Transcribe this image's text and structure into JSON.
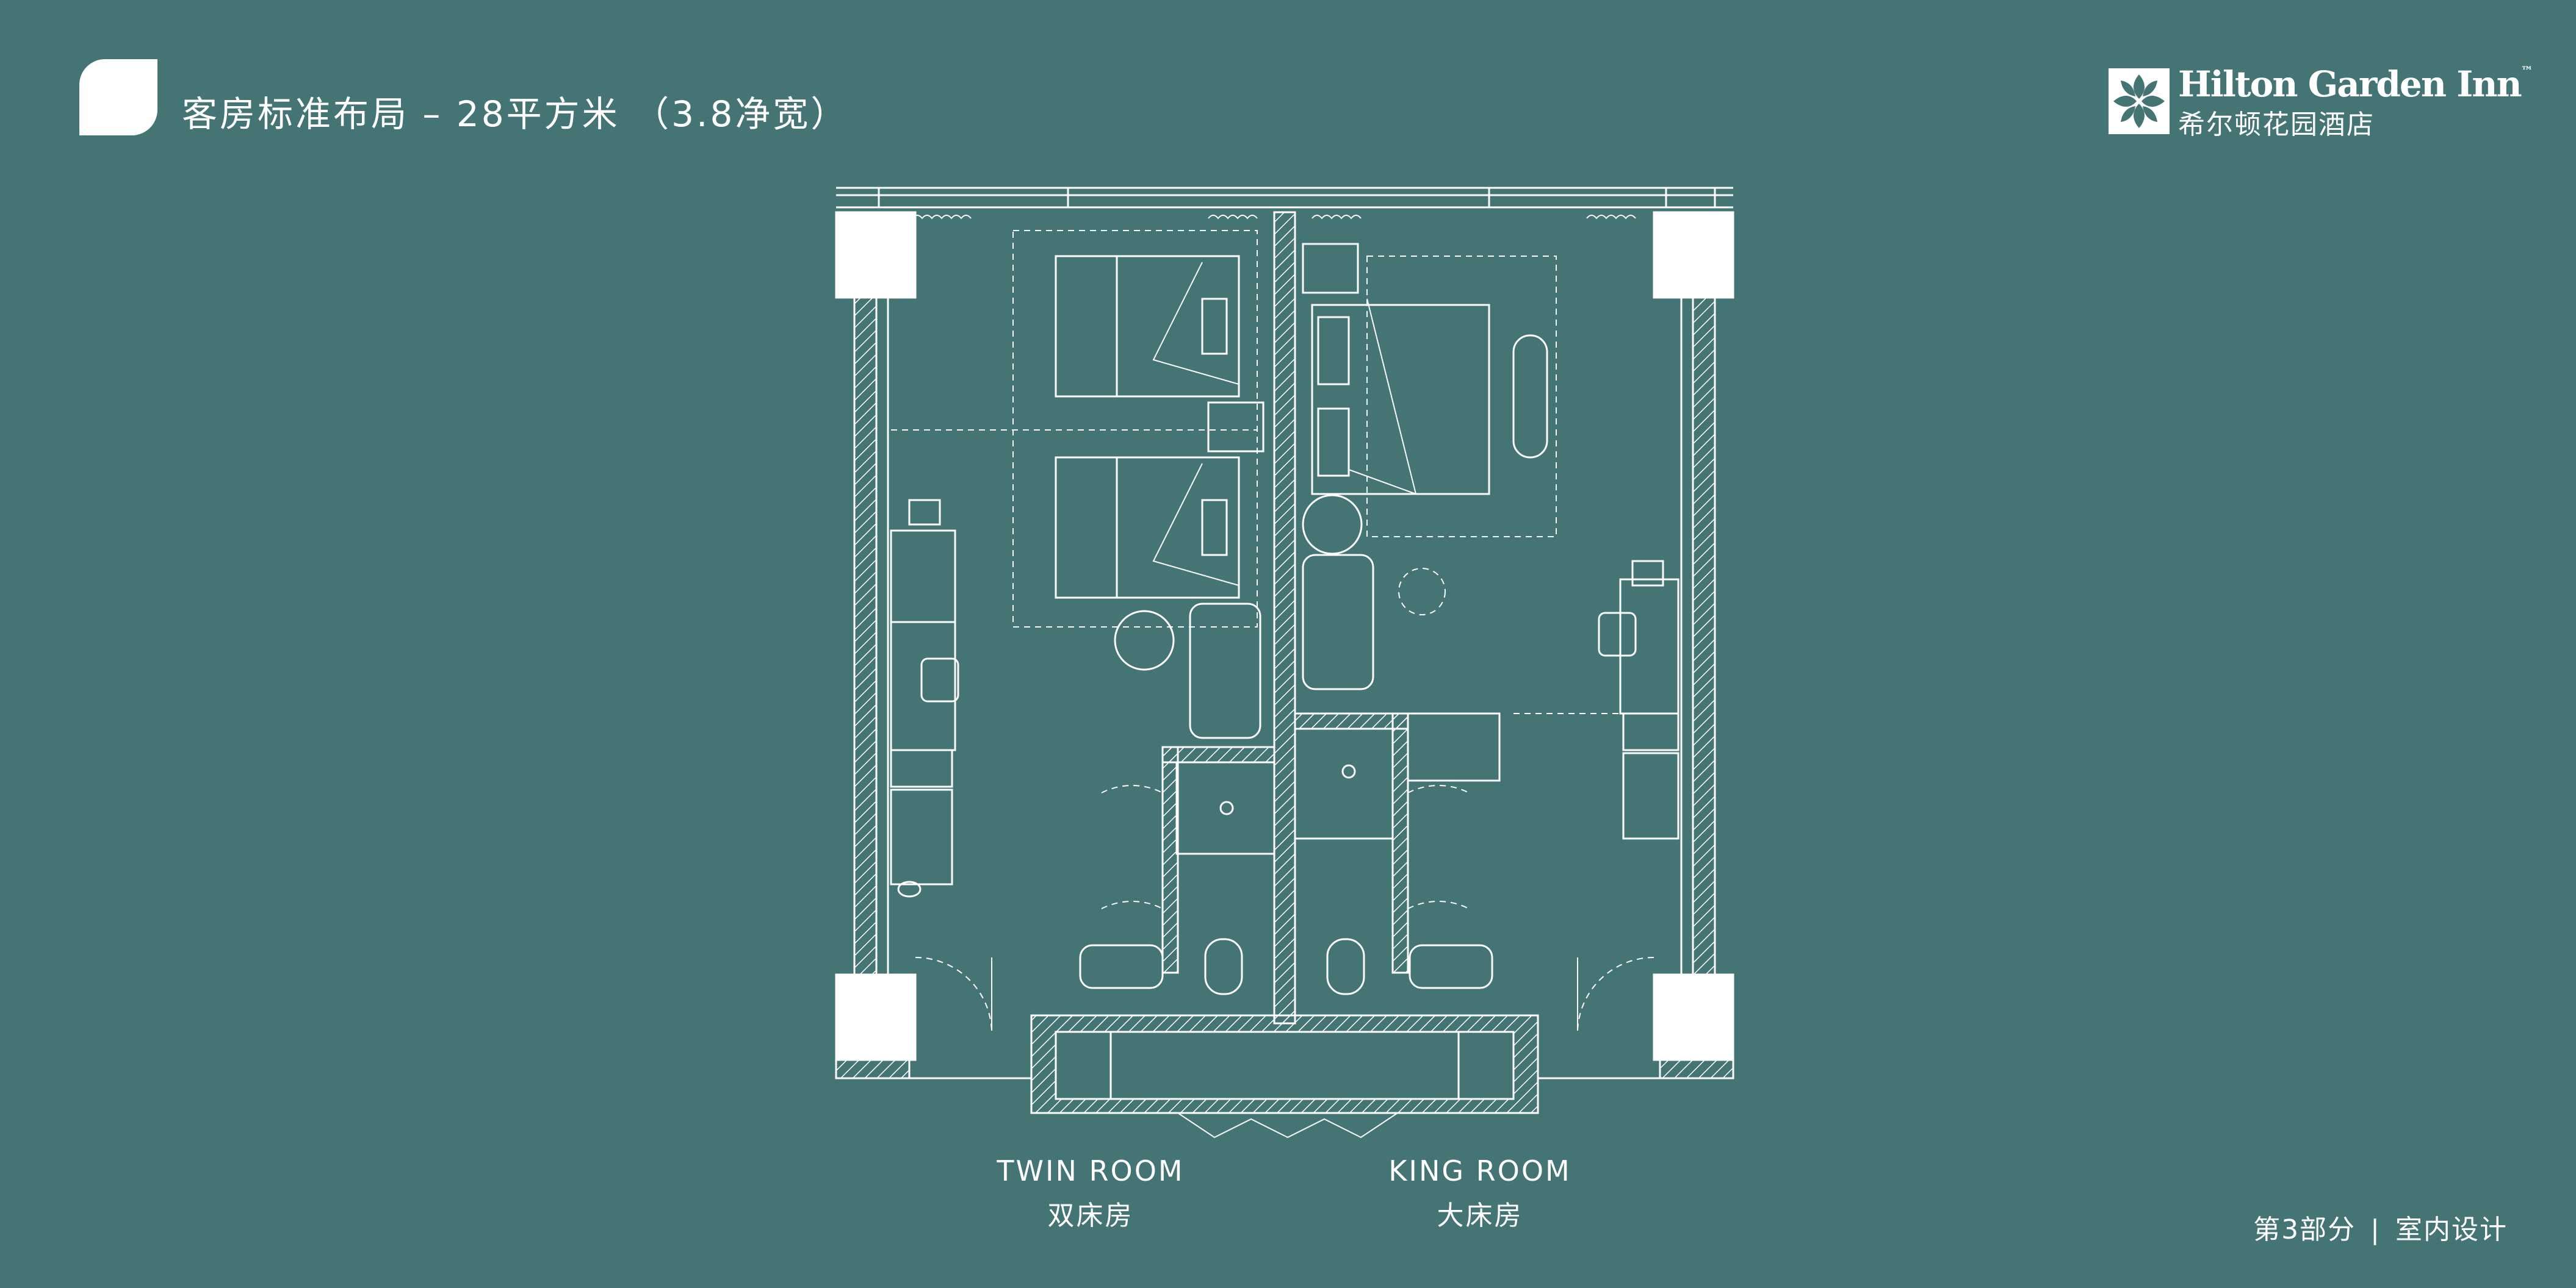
{
  "header": {
    "title": "客房标准布局 – 28平方米 （3.8净宽）"
  },
  "brand": {
    "name_en": "Hilton Garden Inn",
    "trademark": "™",
    "name_cn": "希尔顿花园酒店"
  },
  "rooms": [
    {
      "name_en": "TWIN ROOM",
      "name_cn": "双床房"
    },
    {
      "name_en": "KING ROOM",
      "name_cn": "大床房"
    }
  ],
  "footer": {
    "section": "第3部分",
    "separator": "|",
    "topic": "室内设计"
  },
  "colors": {
    "background": "#447474",
    "linework": "#ffffff"
  }
}
